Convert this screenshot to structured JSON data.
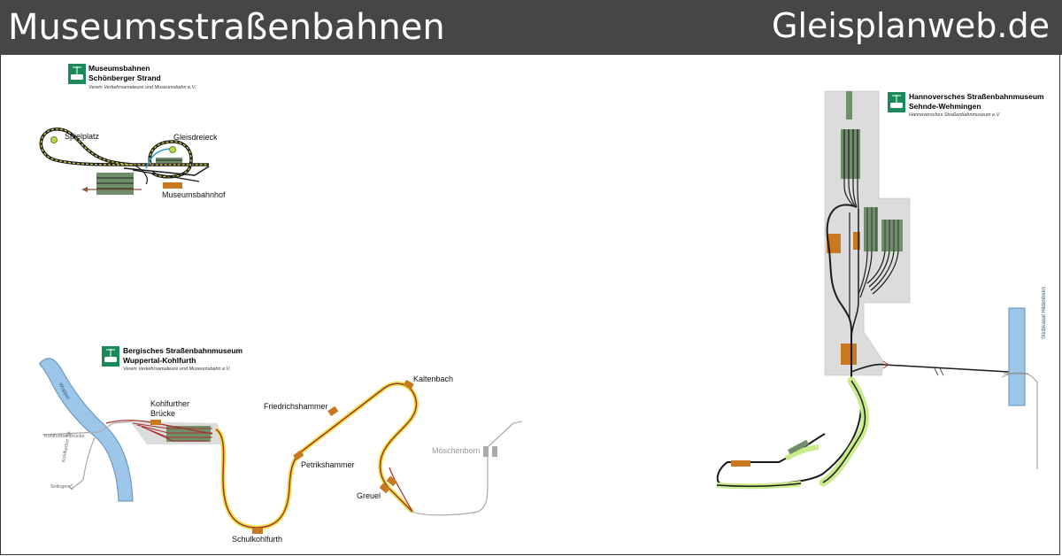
{
  "header": {
    "title": "Museumsstraßenbahnen",
    "site": "Gleisplanweb.de"
  },
  "museums": {
    "schoenberg": {
      "title1": "Museumsbahnen",
      "title2": "Schönberger Strand",
      "subtitle": "Verein Verkehrsamateure und Museumsbahn e.V.",
      "labels": {
        "spielplatz": "Spielplatz",
        "gleisdreieck": "Gleisdreieck",
        "museumsbahnhof": "Museumsbahnhof"
      }
    },
    "wuppertal": {
      "title1": "Bergisches Straßenbahnmuseum",
      "title2": "Wuppertal-Kohlfurth",
      "subtitle": "Verein Verkehrsamateure und Museumsbahn e.V.",
      "labels": {
        "kohlfurther_bruecke_1": "Kohlfurther",
        "kohlfurther_bruecke_2": "Brücke",
        "friedrichshammer": "Friedrichshammer",
        "kaltenbach": "Kaltenbach",
        "petrikshammer": "Petrikshammer",
        "moeschenborn": "Möschenborn",
        "greuel": "Greuel",
        "schulkohlfurth": "Schulkohlfurth",
        "wupper": "Wupper",
        "road_bruecke": "Kohlfurther Brücke",
        "road_str": "Kohlfurther Str.",
        "solingen": "Solingen"
      }
    },
    "hannover": {
      "title1": "Hannoversches Straßenbahnmuseum",
      "title2": "Sehnde-Wehmingen",
      "subtitle": "Hannoversches Straßenbahnmuseum e.V.",
      "labels": {
        "canal": "Stichkanal Hildesheim"
      }
    }
  },
  "colors": {
    "header_bg": "#464646",
    "logo_green": "#1a8a5a",
    "depot_green": "#6f8f6a",
    "station_orange": "#c8781e",
    "track_dark": "#1a1a1a",
    "track_yellow": "#e8e24a",
    "track_red": "#a8302a",
    "track_highlight_green": "#c8ec8a",
    "river_blue": "#9ec6e8",
    "site_gray": "#dcdcdc"
  }
}
